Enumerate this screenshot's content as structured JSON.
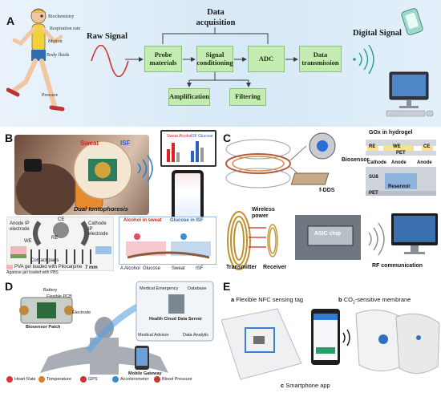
{
  "panels": {
    "a": {
      "letter": "A",
      "runner_labels": [
        "Biochemistry",
        "Respiration rate",
        "Motion",
        "Body fluids",
        "Pressure"
      ],
      "raw_signal": "Raw Signal",
      "data_acquisition": "Data acquisition",
      "probe_materials": "Probe materials",
      "signal_conditioning": "Signal conditioning",
      "adc": "ADC",
      "data_transmission": "Data transmission",
      "amplification": "Amplification",
      "filtering": "Filtering",
      "digital_signal": "Digital Signal"
    },
    "b": {
      "letter": "B",
      "sweat": "Sweat",
      "isf": "ISF",
      "dual_iontophoresis": "Dual Iontophoresis",
      "anode_ip": "Anode IP electrode",
      "cathode_ip": "Cathode IP electrode",
      "ce": "CE",
      "re": "RE",
      "we": "WE",
      "contact_pads": "Contact pads",
      "pva_gel": "PVA gel loaded with Pilocarpine",
      "agarose_gel": "Agarose gel loaded with PBS",
      "scale": "7 mm",
      "alcohol_in_sweat": "Alcohol in sweat",
      "glucose_in_isf": "Glucose in ISF",
      "legend": [
        "A Alcohol",
        "Glucose",
        "Sweat",
        "ISF"
      ],
      "sweat_alcohol": "Sweat Alcohol",
      "isf_glucose": "ISF Glucose"
    },
    "c": {
      "letter": "C",
      "gox": "GOx in hydrogel",
      "re": "RE",
      "we": "WE",
      "ce": "CE",
      "pet": "PET",
      "biosensor": "Biosensor",
      "cathode": "Cathode",
      "anode1": "Anode",
      "anode2": "Anode",
      "su8": "SU8",
      "reservoir": "Reservoir",
      "pet2": "PET",
      "f_dds": "f-DDS",
      "wireless_power": "Wireless power",
      "transmitter": "Transmitter",
      "receiver": "Receiver",
      "asic_chip": "ASIC chip",
      "rf_communication": "RF communication"
    },
    "d": {
      "letter": "D",
      "battery": "Battery",
      "flexible_pcb": "Flexible PCB",
      "biosensor_patch": "Biosensor Patch",
      "electrode": "Electrode",
      "medical_emergency": "Medical Emergency",
      "database": "Database",
      "health_cloud": "Health Cloud Data Server",
      "medical_advisor": "Medical Advisor",
      "data_analytic": "Data Analytic",
      "mobile_gateway": "Mobile Gateway",
      "sensors": [
        "Heart Rate",
        "Temperature",
        "GPS",
        "Accelerometer",
        "Blood Pressure"
      ]
    },
    "e": {
      "letter": "E",
      "a_letter": "a",
      "a_text": "Flexible NFC sensing tag",
      "b_letter": "b",
      "b_text": "CO",
      "b_sub": "2",
      "b_rest": "-sensitive membrane",
      "c_letter": "c",
      "c_text": "Smartphone app"
    }
  }
}
